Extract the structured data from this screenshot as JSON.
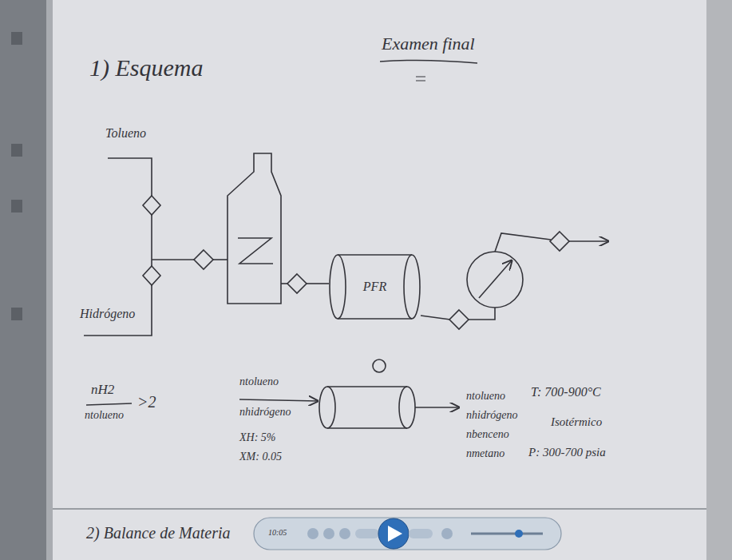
{
  "diagram": {
    "title": "Examen final",
    "nodes": [
      {
        "text": [
          "PFR"
        ]
      }
    ],
    "labels": [
      "1) Esquema",
      "Tolueno",
      "Hidrógeno",
      "nH2",
      "ntolueno",
      ">2",
      "ntolueno",
      "nhidrógeno",
      "XH: 5%",
      "XM: 0.05",
      "ntolueno",
      "nhidrógeno",
      "nbenceno",
      "nmetano",
      "T: 700-900°C",
      "Isotérmico",
      "P: 300-700 psia",
      "2) Balance de Materia",
      "10:05"
    ]
  }
}
